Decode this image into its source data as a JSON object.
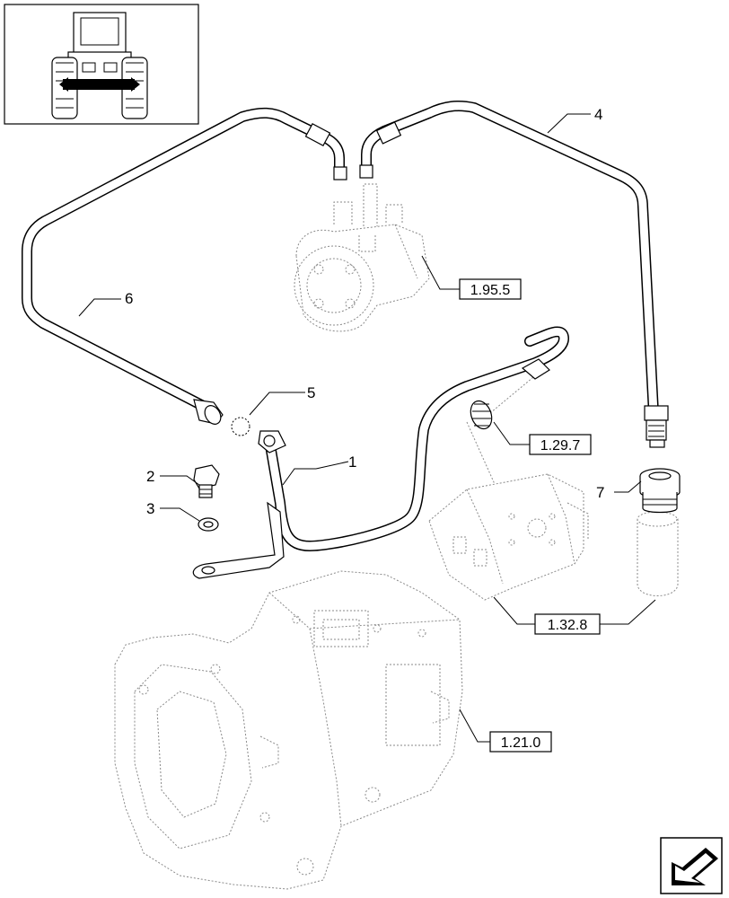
{
  "callouts": {
    "part_1": "1",
    "part_2": "2",
    "part_3": "3",
    "part_4": "4",
    "part_5": "5",
    "part_6": "6",
    "part_7": "7"
  },
  "references": {
    "steering_unit": "1.95.5",
    "gear_component": "1.29.7",
    "pump": "1.32.8",
    "transmission_housing": "1.21.0"
  },
  "thumbnail": {
    "icon": "tractor-rear-view-icon"
  },
  "navigation": {
    "icon": "next-page-arrow-icon"
  }
}
